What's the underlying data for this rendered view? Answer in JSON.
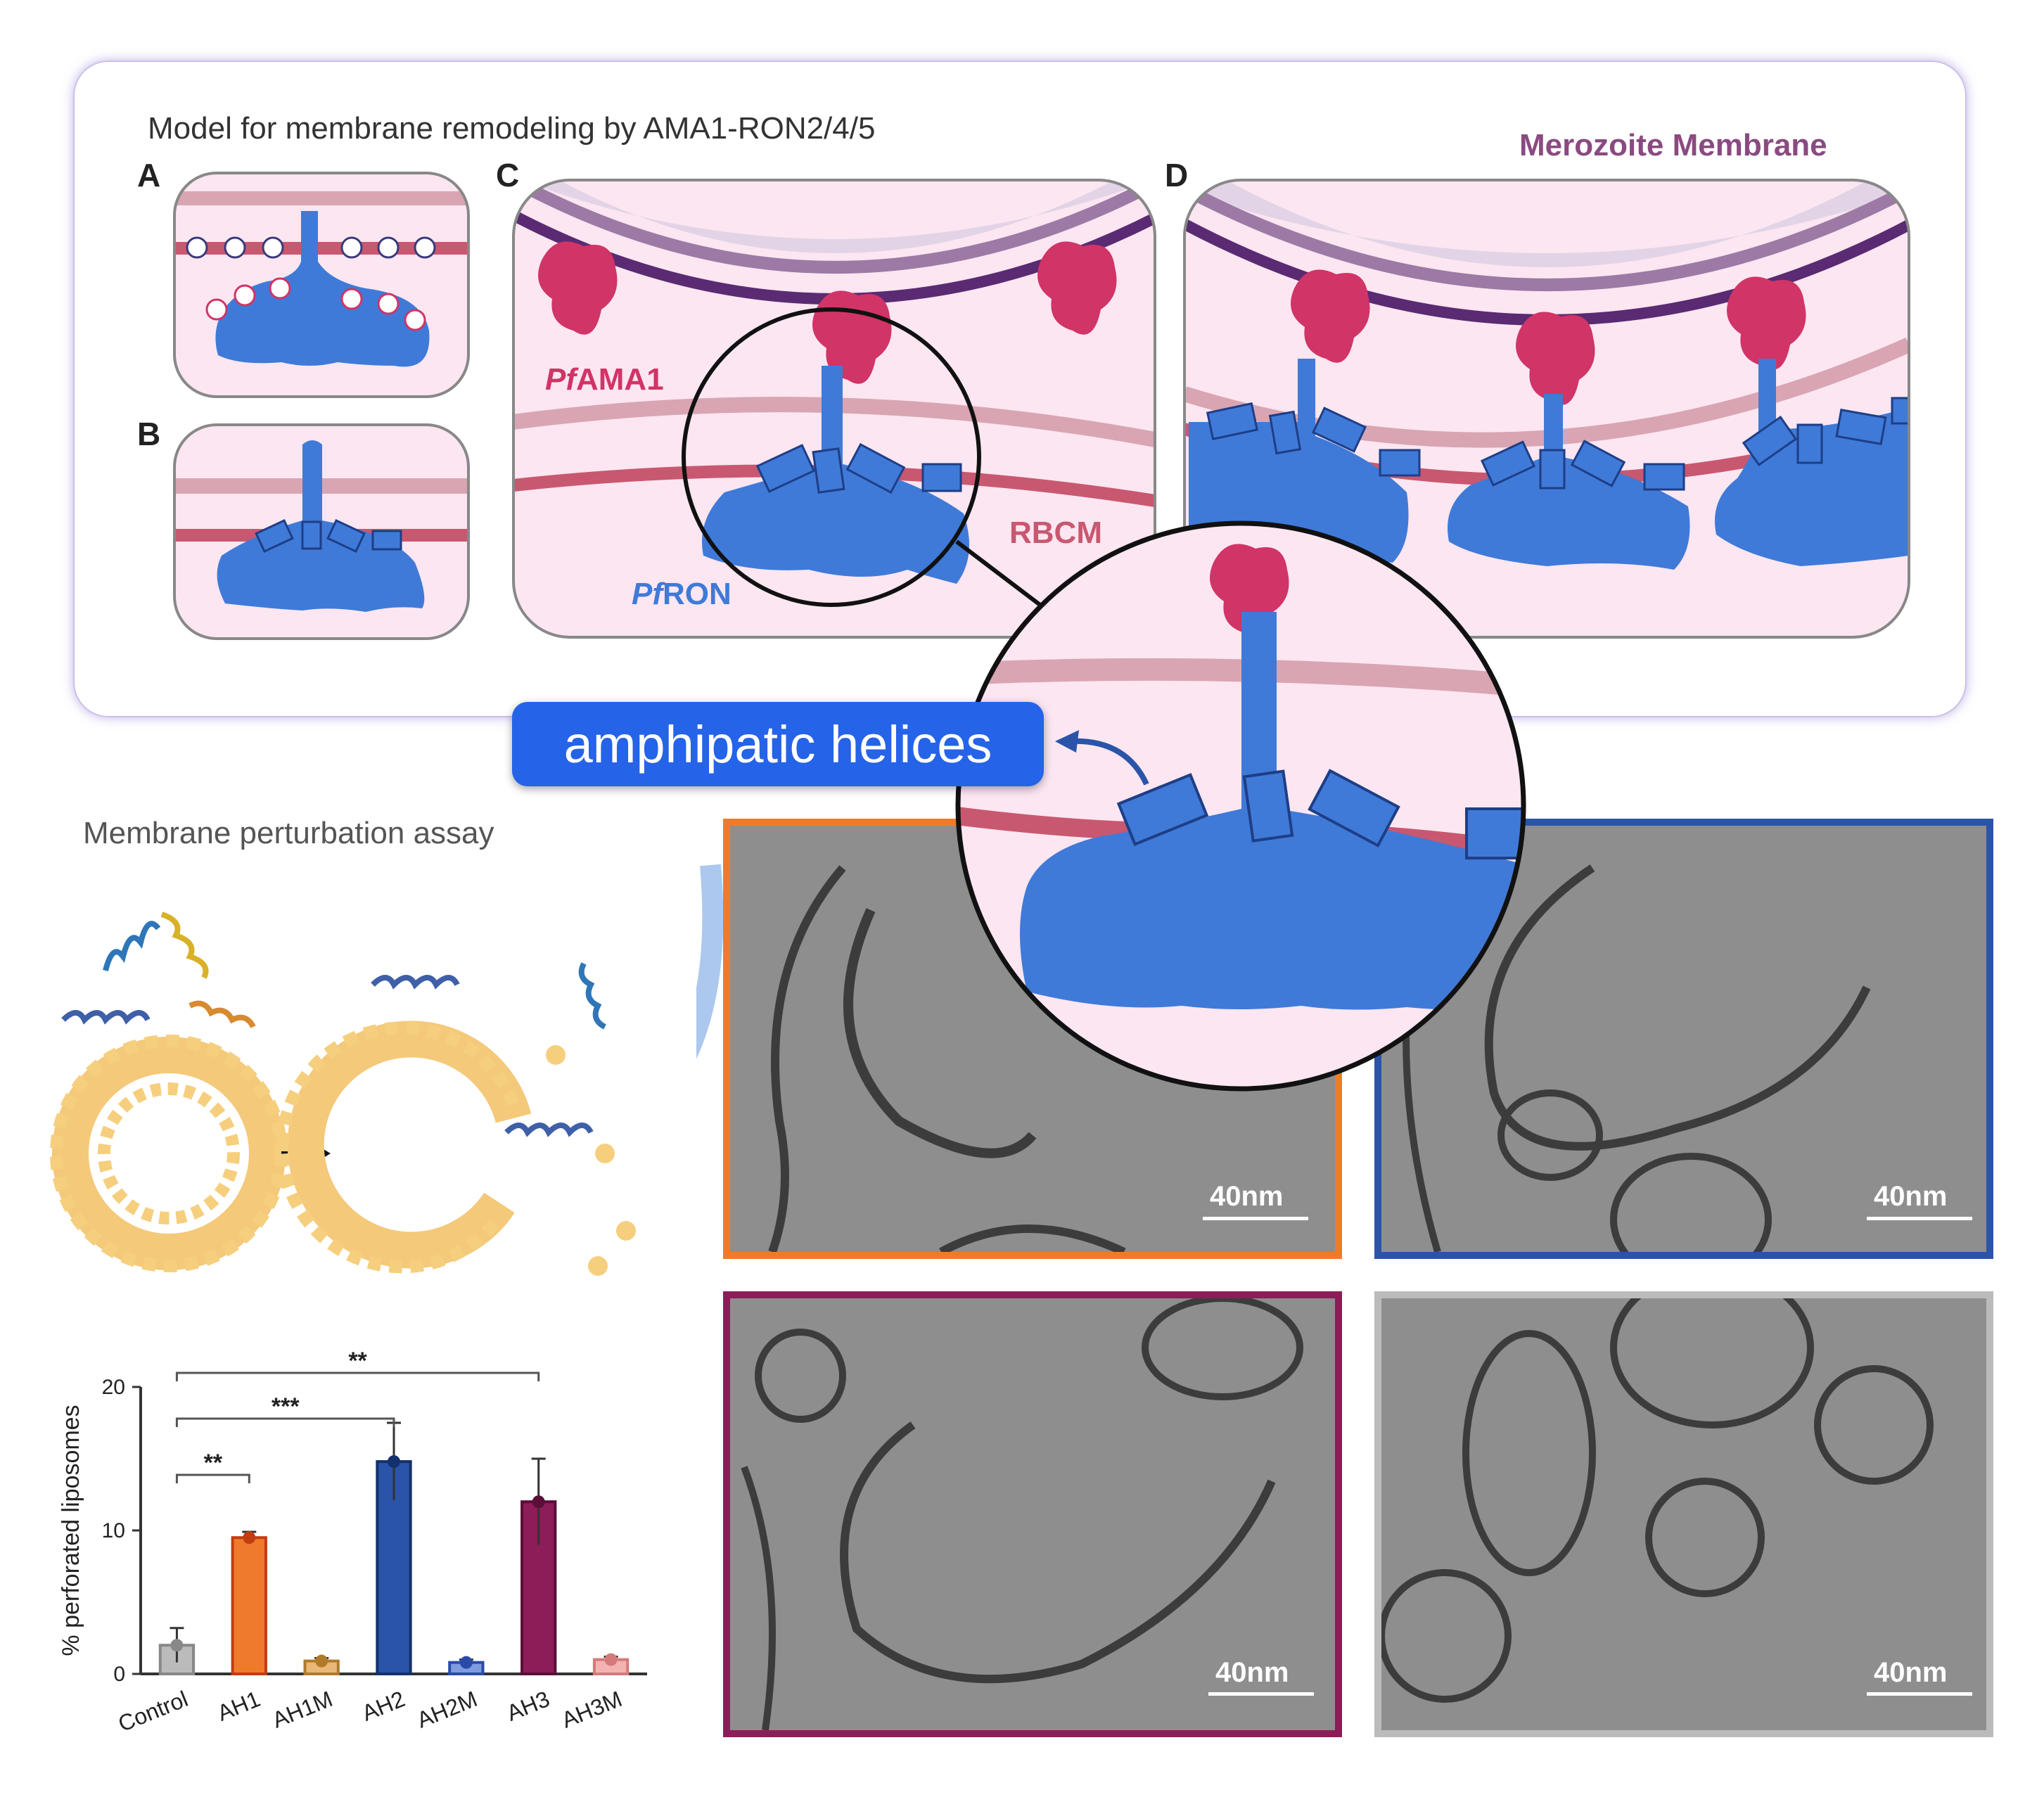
{
  "model": {
    "title": "Model for membrane remodeling by AMA1-RON2/4/5",
    "panels": [
      "A",
      "B",
      "C",
      "D"
    ],
    "merozoite_label": "Merozoite Membrane",
    "ama1_label_prefix": "Pf",
    "ama1_label_rest": "AMA1",
    "ron_label_prefix": "Pf",
    "ron_label_rest": "RON",
    "rbcm_label": "RBCM",
    "callout": "amphipatic helices"
  },
  "assay": {
    "title": "Membrane perturbation assay",
    "scale_label": "40nm"
  },
  "colors": {
    "ama1": "#d13466",
    "ron": "#3f7ad8",
    "rbcm": "#c85870",
    "merozoite": "#5a2a73",
    "ah1": "#f07a2c",
    "ah2": "#2a54a8",
    "ah3": "#8c1d58",
    "control_frame": "#bbbbbb"
  },
  "chart_data": {
    "type": "bar",
    "ylabel": "% perforated liposomes",
    "ylim": [
      0,
      20
    ],
    "yticks": [
      "0",
      "10",
      "20"
    ],
    "categories": [
      "Control",
      "AH1",
      "AH1M",
      "AH2",
      "AH2M",
      "AH3",
      "AH3M"
    ],
    "values": [
      2.0,
      9.5,
      0.9,
      14.8,
      0.8,
      12.0,
      1.0
    ],
    "errors": [
      1.2,
      0.4,
      0.2,
      2.7,
      0.2,
      3.0,
      0.2
    ],
    "significance": [
      {
        "from": "Control",
        "to": "AH1",
        "label": "**"
      },
      {
        "from": "Control",
        "to": "AH2",
        "label": "***"
      },
      {
        "from": "Control",
        "to": "AH3",
        "label": "**"
      }
    ]
  }
}
